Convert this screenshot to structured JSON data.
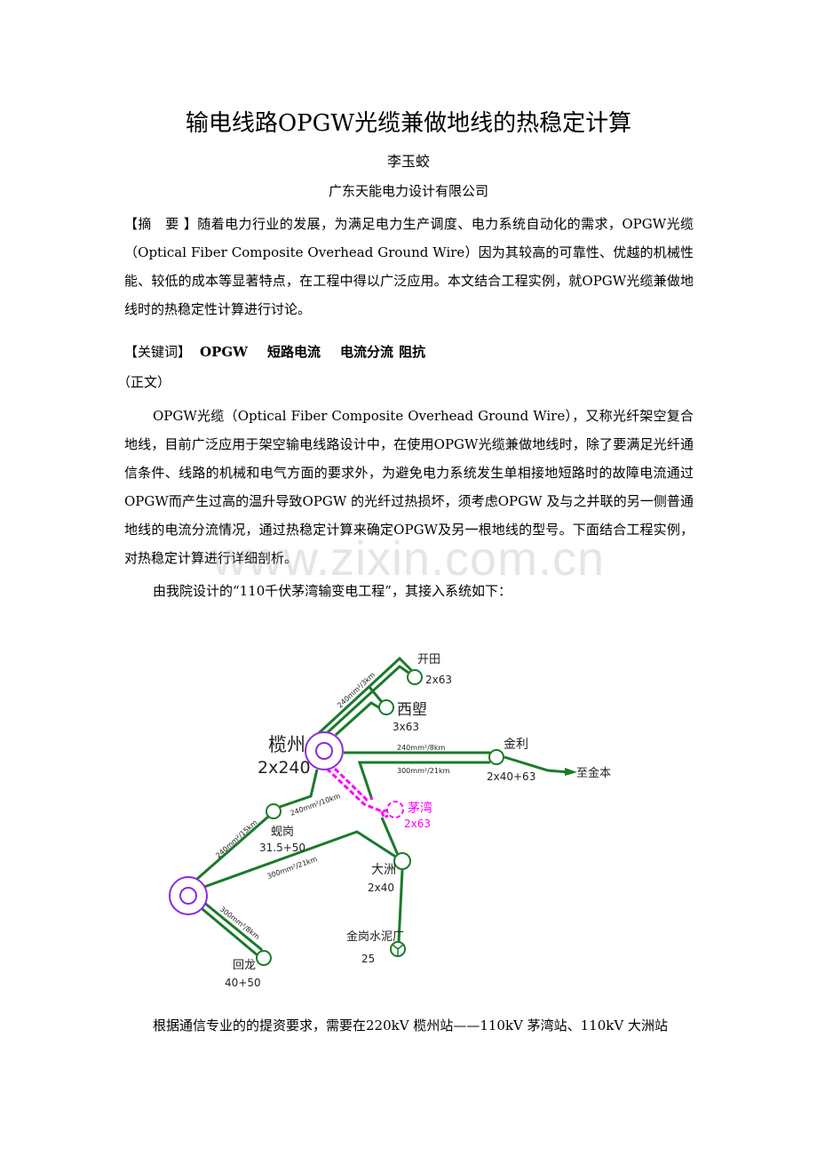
{
  "document": {
    "title": "输电线路OPGW光缆兼做地线的热稳定计算",
    "author": "李玉蛟",
    "organization": "广东天能电力设计有限公司",
    "abstract_label": "【摘　要 】",
    "abstract_text": "随着电力行业的发展，为满足电力生产调度、电力系统自动化的需求，OPGW光缆（Optical Fiber Composite Overhead Ground Wire）因为其较高的可靠性、优越的机械性能、较低的成本等显著特点，在工程中得以广泛应用。本文结合工程实例，就OPGW光缆兼做地线时的热稳定性计算进行讨论。",
    "keywords_label": "【关键词】",
    "keywords": [
      "OPGW",
      "短路电流",
      "电流分流",
      "阻抗"
    ],
    "body_marker": "（正文）",
    "paragraphs": [
      "OPGW光缆（Optical Fiber Composite Overhead Ground Wire），又称光纤架空复合地线，目前广泛应用于架空输电线路设计中，在使用OPGW光缆兼做地线时，除了要满足光纤通信条件、线路的机械和电气方面的要求外，为避免电力系统发生单相接地短路时的故障电流通过OPGW而产生过高的温升导致OPGW 的光纤过热损坏，须考虑OPGW 及与之并联的另一侧普通地线的电流分流情况，通过热稳定计算来确定OPGW及另一根地线的型号。下面结合工程实例，对热稳定计算进行详细剖析。",
      "由我院设计的“110千伏茅湾输变电工程”，其接入系统如下："
    ],
    "last_paragraph": "根据通信专业的的提资要求，需要在220kV 榄州站——110kV 茅湾站、110kV 大洲站",
    "watermark": "www.zixin.com.cn"
  },
  "diagram": {
    "colors": {
      "line": "#1a7a2a",
      "station": "#8a2be2",
      "new": "#ff00ff"
    },
    "stations": {
      "lanzhou": {
        "name": "榄州",
        "capacity": "2x240"
      },
      "kaitian": {
        "name": "开田",
        "capacity": "2x63"
      },
      "xilang": {
        "name": "西塱",
        "capacity": "3x63"
      },
      "jinli": {
        "name": "金利",
        "capacity": "2x40+63"
      },
      "maowan": {
        "name": "茅湾",
        "capacity": "2x63"
      },
      "xiangang": {
        "name": "蚬岗",
        "capacity": "31.5+50"
      },
      "dazhou": {
        "name": "大洲",
        "capacity": "2x40"
      },
      "cement": {
        "name": "金岗水泥厂",
        "capacity": "25"
      },
      "huilong": {
        "name": "回龙",
        "capacity": "40+50"
      }
    },
    "to_label": "至金本",
    "line_labels": {
      "kaitian": "240mm²/3km",
      "jinli_a": "240mm²/8km",
      "jinli_b": "300mm²/21km",
      "xiangang_up": "240mm²/10km",
      "xiangang_down": "240mm²/15km",
      "dazhou": "300mm²/21km",
      "huilong": "300mm²/8km"
    }
  }
}
